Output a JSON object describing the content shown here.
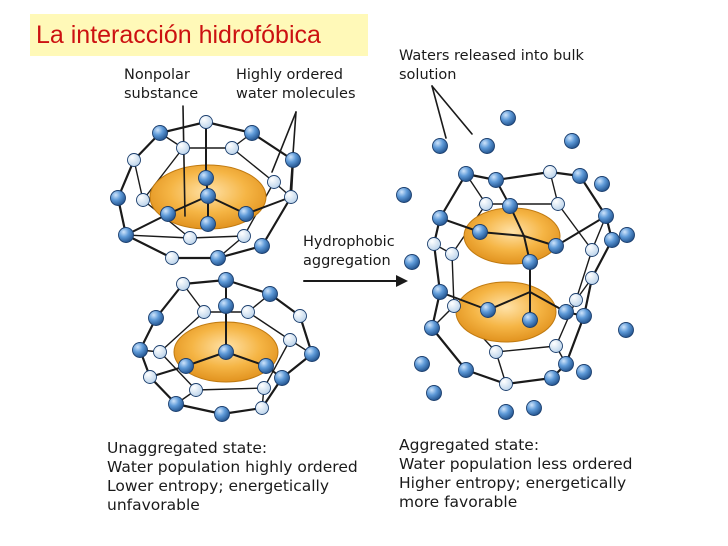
{
  "title": "La interacción hidrofóbica",
  "labels": {
    "nonpolar_line1": "Nonpolar",
    "nonpolar_line2": "substance",
    "ordered_line1": "Highly ordered",
    "ordered_line2": "water molecules",
    "released_line1": "Waters released into bulk",
    "released_line2": "solution",
    "process_line1": "Hydrophobic",
    "process_line2": "aggregation"
  },
  "captions": {
    "left": {
      "line1": "Unaggregated state:",
      "line2": "Water population highly ordered",
      "line3": "Lower entropy; energetically",
      "line4": "unfavorable"
    },
    "right": {
      "line1": "Aggregated state:",
      "line2": "Water population less ordered",
      "line3": "Higher entropy; energetically",
      "line4": "more favorable"
    }
  },
  "colors": {
    "title_bg": "#fff9b8",
    "title_text": "#cc1111",
    "water_dark": "#3f7fc4",
    "water_light": "#d8e8f6",
    "nonpolar": "#f0a830",
    "bond": "#1a1a1a"
  }
}
